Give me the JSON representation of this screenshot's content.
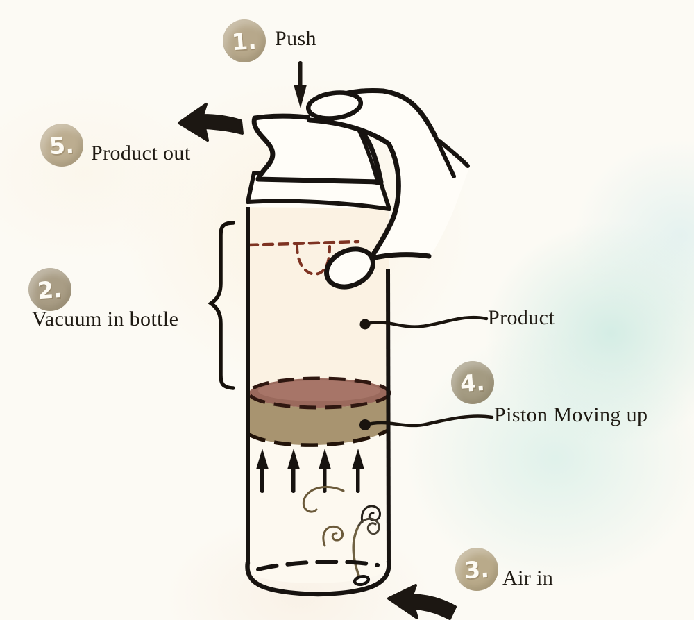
{
  "figure": {
    "description": "Airless pump bottle working-principle diagram"
  },
  "steps": [
    {
      "number": "1.",
      "label": "Push",
      "badge_color": "#b7a88b"
    },
    {
      "number": "2.",
      "label": "Vacuum in bottle",
      "badge_color": "#a99d85"
    },
    {
      "number": "3.",
      "label": "Air in",
      "badge_color": "#b9aa8a"
    },
    {
      "number": "4.",
      "label": "Piston Moving up",
      "badge_color": "#a49b82"
    },
    {
      "number": "5.",
      "label": "Product out",
      "badge_color": "#bcad90"
    }
  ],
  "annotations": [
    {
      "label": "Product"
    }
  ],
  "colors": {
    "ink": "#1c1712",
    "text": "#1f1a13",
    "piston_top": "#9a695c",
    "piston_side": "#a89470",
    "product_fill": "#faf1e0",
    "dashed_level_line": "#7e3322",
    "badge_default": "#b0a183",
    "background_mint": "#d2ece4",
    "background_warm": "#faeed6"
  }
}
